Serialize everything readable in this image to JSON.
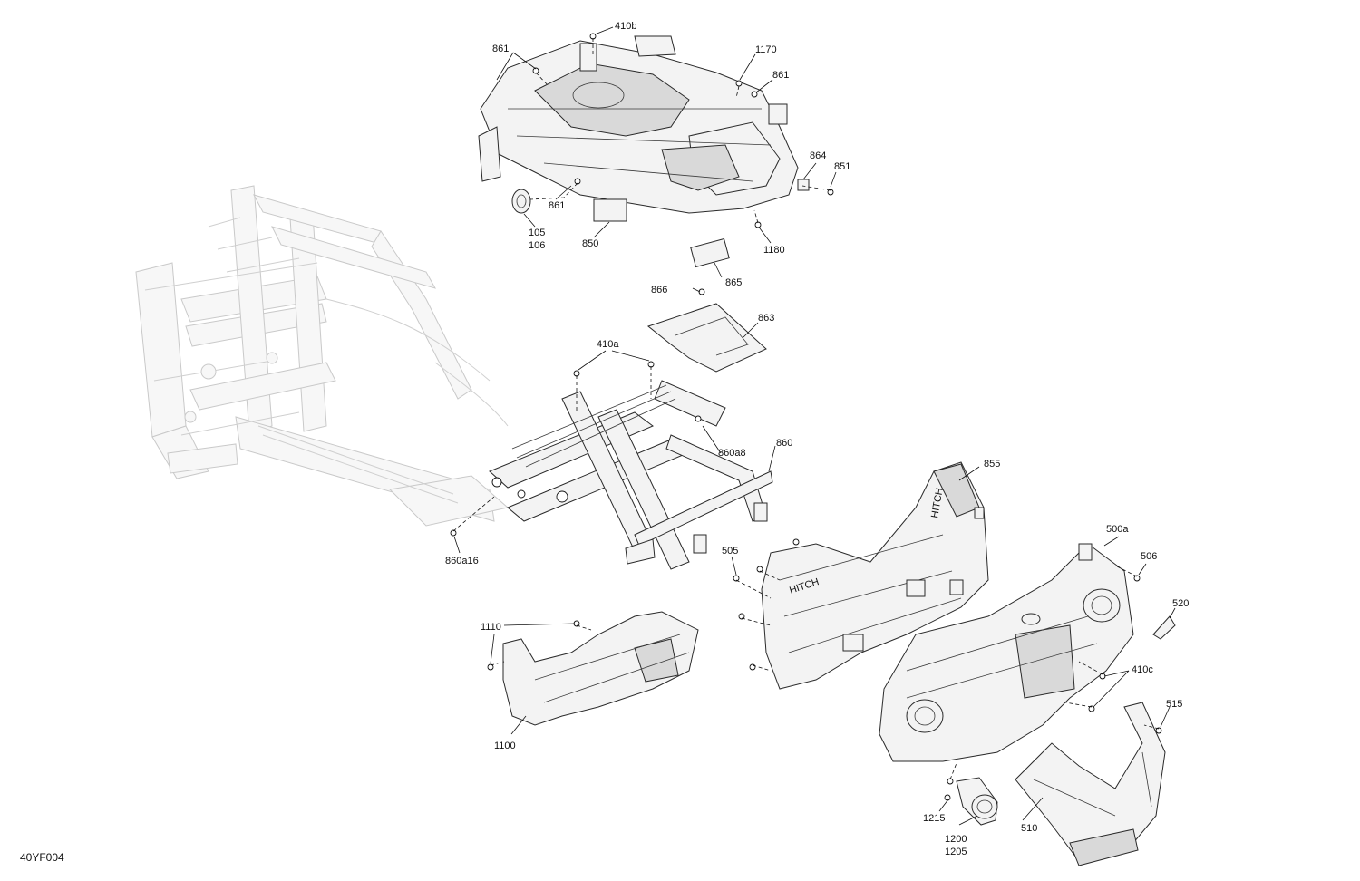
{
  "figure_code": "40YF004",
  "callouts": [
    {
      "id": "410b",
      "text": "410b"
    },
    {
      "id": "861a",
      "text": "861"
    },
    {
      "id": "1170",
      "text": "1170"
    },
    {
      "id": "861b",
      "text": "861"
    },
    {
      "id": "864",
      "text": "864"
    },
    {
      "id": "851",
      "text": "851"
    },
    {
      "id": "861c",
      "text": "861"
    },
    {
      "id": "105",
      "text": "105"
    },
    {
      "id": "106",
      "text": "106"
    },
    {
      "id": "850",
      "text": "850"
    },
    {
      "id": "1180",
      "text": "1180"
    },
    {
      "id": "866",
      "text": "866"
    },
    {
      "id": "865",
      "text": "865"
    },
    {
      "id": "863",
      "text": "863"
    },
    {
      "id": "410a",
      "text": "410a"
    },
    {
      "id": "860a8",
      "text": "860a8"
    },
    {
      "id": "860",
      "text": "860"
    },
    {
      "id": "855",
      "text": "855"
    },
    {
      "id": "860a16",
      "text": "860a16"
    },
    {
      "id": "505",
      "text": "505"
    },
    {
      "id": "500a",
      "text": "500a"
    },
    {
      "id": "506",
      "text": "506"
    },
    {
      "id": "520",
      "text": "520"
    },
    {
      "id": "1110",
      "text": "1110"
    },
    {
      "id": "410c",
      "text": "410c"
    },
    {
      "id": "515",
      "text": "515"
    },
    {
      "id": "1100",
      "text": "1100"
    },
    {
      "id": "1215",
      "text": "1215"
    },
    {
      "id": "1200",
      "text": "1200"
    },
    {
      "id": "1205",
      "text": "1205"
    },
    {
      "id": "510",
      "text": "510"
    }
  ],
  "embossed_text": {
    "hitch_a": "HITCH",
    "hitch_b": "HITCH"
  }
}
